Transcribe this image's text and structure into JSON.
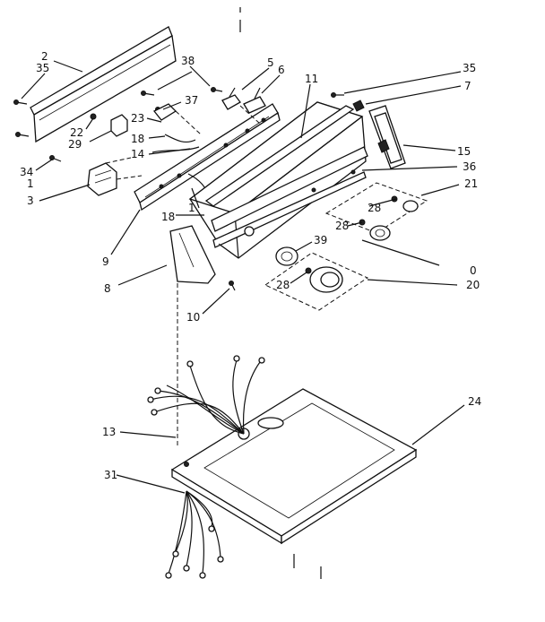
{
  "callouts": [
    "2",
    "35",
    "38",
    "5",
    "6",
    "11",
    "35",
    "7",
    "37",
    "23",
    "22",
    "29",
    "18",
    "14",
    "15",
    "36",
    "34",
    "1",
    "3",
    "21",
    "1",
    "28",
    "18",
    "28",
    "9",
    "39",
    "0",
    "8",
    "28",
    "20",
    "10",
    "24",
    "13",
    "31"
  ]
}
